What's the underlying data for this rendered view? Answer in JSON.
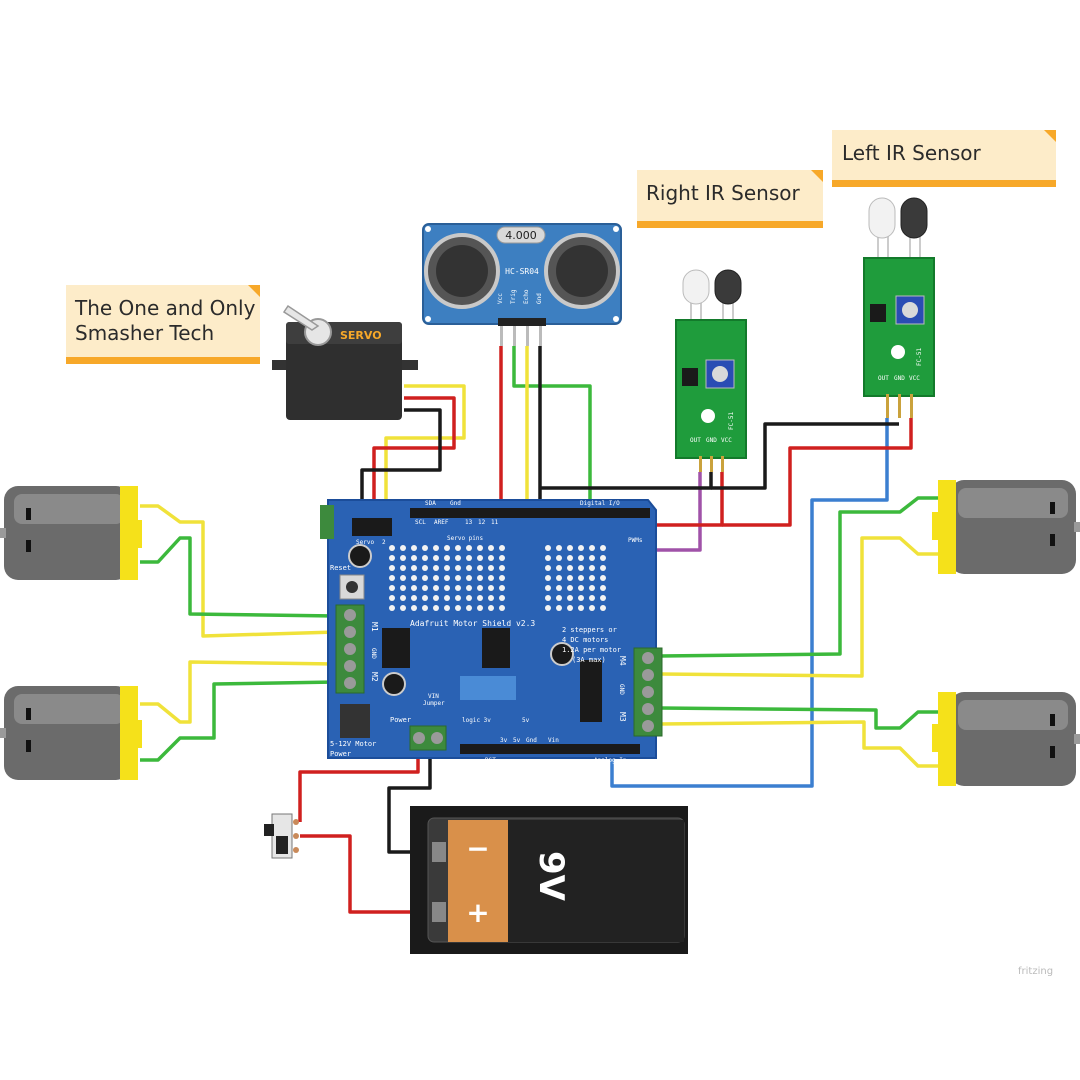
{
  "notes": {
    "left_ir": "Left IR Sensor",
    "right_ir": "Right  IR Sensor",
    "author_line1": "The One and Only",
    "author_line2": "Smasher Tech"
  },
  "ultrasonic": {
    "crystal": "4.000",
    "model": "HC-SR04",
    "pins": [
      "Vcc",
      "Trig",
      "Echo",
      "Gnd"
    ]
  },
  "servo": {
    "label": "SERVO"
  },
  "ir_sensor": {
    "model": "FC-51",
    "pins": [
      "OUT",
      "GND",
      "VCC"
    ]
  },
  "shield": {
    "title": "Adafruit Motor Shield v2.3",
    "servo_header": "Servo",
    "servo_num": "2",
    "servo_pins": "Servo pins",
    "reset": "Reset",
    "m1": "M1",
    "m2": "M2",
    "m3": "M3",
    "m4": "M4",
    "gnd": "GND",
    "power": "Power",
    "vin_jumper_1": "VIN",
    "vin_jumper_2": "Jumper",
    "logic": "logic 3v",
    "logic_5v": "5v",
    "motor_power_1": "5-12V Motor",
    "motor_power_2": "Power",
    "desc_1": "2 steppers or",
    "desc_2": "4 DC motors",
    "desc_3": "1.2A per motor",
    "desc_4": "(3A max)",
    "digital": "Digital I/O",
    "analog": "Analog In",
    "pwms": "PWMs",
    "header_labels": [
      "SDA",
      "SCL",
      "AREF",
      "Gnd",
      "13",
      "12",
      "11"
    ],
    "bottom_labels": [
      "RST",
      "3v",
      "5v",
      "Gnd",
      "Vin"
    ]
  },
  "battery": {
    "label": "9V",
    "minus": "−",
    "plus": "+"
  },
  "watermark": "fritzing",
  "colors": {
    "board": "#2a62b4",
    "board_edge": "#1b4d9a",
    "ir_board": "#1f9c3c",
    "motor_body": "#6b6b6b",
    "motor_cap": "#f5e11a",
    "note_bg": "#fdecc9",
    "note_edge": "#f7a829",
    "wire_red": "#d0201f",
    "wire_black": "#1a1a1a",
    "wire_green": "#3cb93c",
    "wire_yellow": "#f0e23a",
    "wire_blue": "#3b7fd0",
    "wire_purple": "#a052a8"
  }
}
